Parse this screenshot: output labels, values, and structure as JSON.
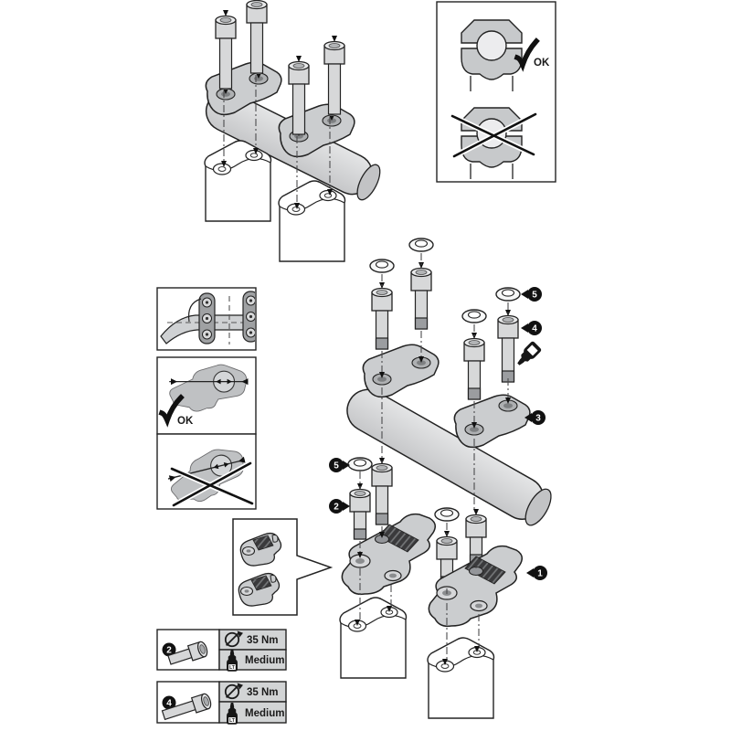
{
  "document": {
    "type": "handlebar-riser-installation-diagram",
    "background": "#ffffff"
  },
  "labels": {
    "ok_clamp_panel": "OK",
    "ok_riser_panel": "OK"
  },
  "callouts": {
    "one": "1",
    "two": "2",
    "three": "3",
    "four": "4",
    "five": "5"
  },
  "torque_specs": [
    {
      "item": "2",
      "torque": "35 Nm",
      "threadlocker": "Medium",
      "bottle_label": "LT"
    },
    {
      "item": "4",
      "torque": "35 Nm",
      "threadlocker": "Medium",
      "bottle_label": "LT"
    }
  ],
  "colors": {
    "part_fill": "#cbcdcf",
    "line_stroke": "#232323",
    "knurl_dark": "#3a3a3c",
    "callout_bg": "#111111",
    "spec_cell": "#d2d4d5",
    "background": "#ffffff"
  }
}
